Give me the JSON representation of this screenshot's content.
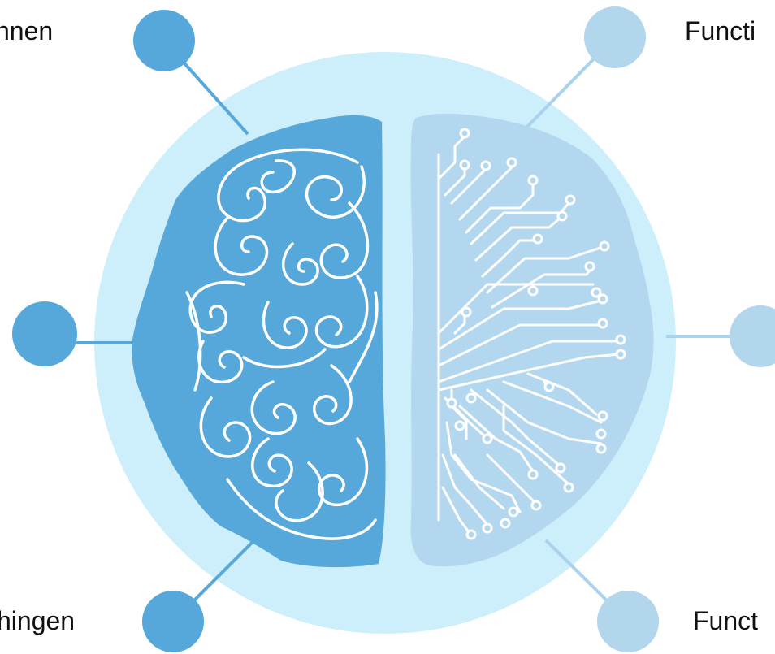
{
  "labels": {
    "top_left": "nnen",
    "top_right": "Functi",
    "bottom_left": "hingen",
    "bottom_right": "Funct"
  },
  "colors": {
    "background_circle": "#cdeefb",
    "left_hemisphere": "#55a8d9",
    "right_hemisphere": "#b3d7ee",
    "left_nodes": "#55a8d9",
    "right_nodes": "#b2d6ec",
    "pattern_lines": "#ffffff"
  },
  "icons": {
    "left_hemisphere": "organic-brain-swirls-icon",
    "right_hemisphere": "circuit-brain-icon"
  }
}
